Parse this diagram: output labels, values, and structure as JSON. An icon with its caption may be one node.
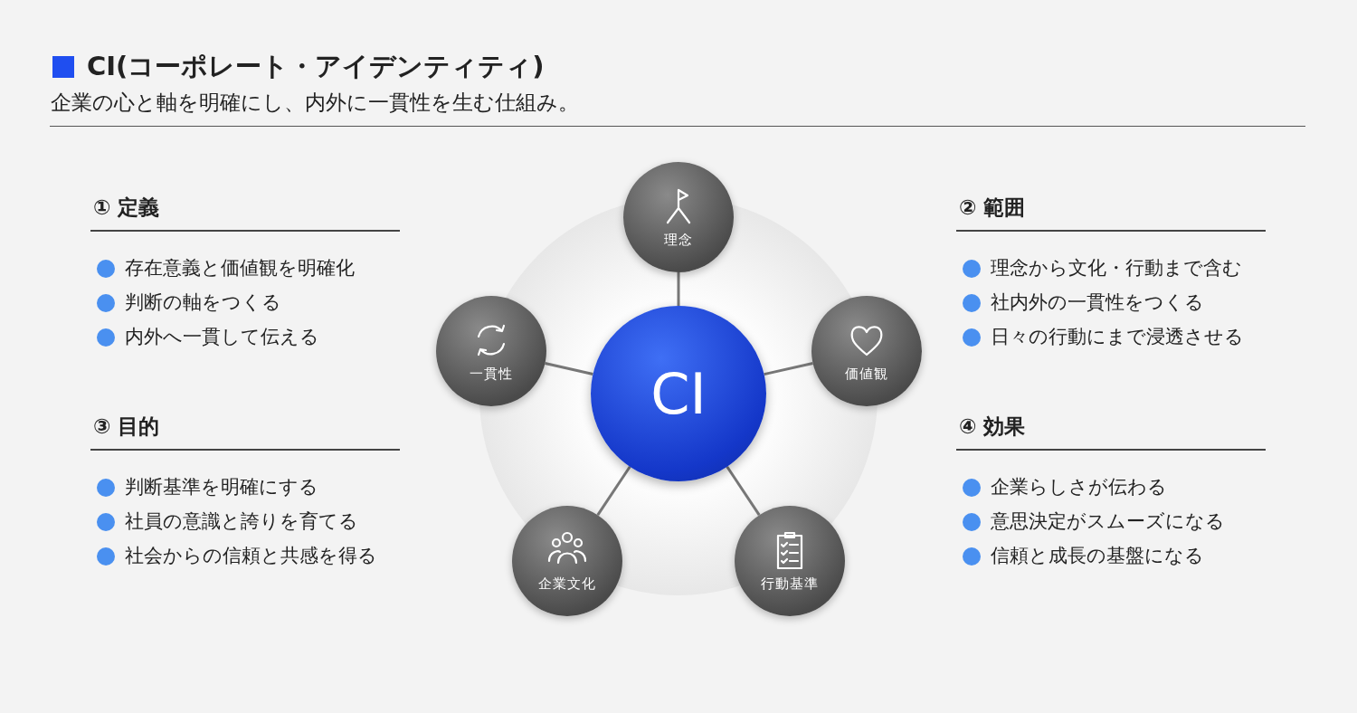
{
  "diagram": {
    "title": "CI(コーポレート・アイデンティティ)",
    "nodes": [
      {
        "text": [
          "CI"
        ]
      },
      {
        "text": [
          "理念"
        ]
      },
      {
        "text": [
          "価値観"
        ]
      },
      {
        "text": [
          "行動基準"
        ]
      },
      {
        "text": [
          "企業文化"
        ]
      },
      {
        "text": [
          "一貫性"
        ]
      }
    ],
    "edges": [
      {
        "from": 0,
        "to": 1,
        "arrow": "none"
      },
      {
        "from": 0,
        "to": 2,
        "arrow": "none"
      },
      {
        "from": 0,
        "to": 3,
        "arrow": "none"
      },
      {
        "from": 0,
        "to": 4,
        "arrow": "none"
      },
      {
        "from": 0,
        "to": 5,
        "arrow": "none"
      }
    ],
    "labels": [
      "企業の心と軸を明確にし、内外に一貫性を生む仕組み。",
      "① 定義",
      "存在意義と価値観を明確化",
      "判断の軸をつくる",
      "内外へ一貫して伝える",
      "② 範囲",
      "理念から文化・行動まで含む",
      "社内外の一貫性をつくる",
      "日々の行動にまで浸透させる",
      "③ 目的",
      "判断基準を明確にする",
      "社員の意識と誇りを育てる",
      "社会からの信頼と共感を得る",
      "④ 効果",
      "企業らしさが伝わる",
      "意思決定がスムーズになる",
      "信頼と成長の基盤になる"
    ]
  }
}
